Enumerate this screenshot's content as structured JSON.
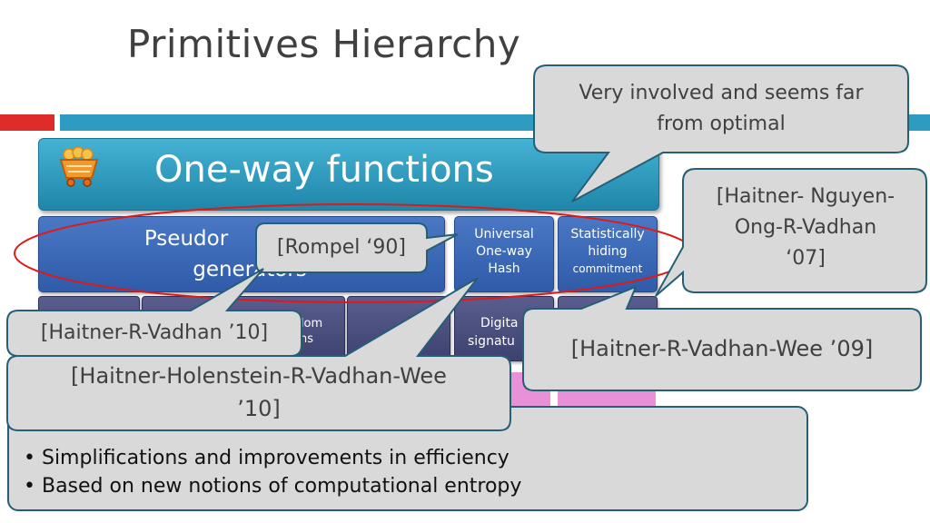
{
  "title": "Primitives Hierarchy",
  "hierarchy": {
    "one_way_functions": "One-way functions",
    "prg_line1": "Pseudor",
    "prg_line2": "generators",
    "uowh": [
      "Universal",
      "One-way",
      "Hash"
    ],
    "shc": [
      "Statistically",
      "hiding",
      "commitment"
    ],
    "prf_fragment": [
      "ndom",
      "ns"
    ],
    "dsig_fragment": [
      "Digita",
      "signatu"
    ]
  },
  "callouts": {
    "involved": [
      "Very involved and seems far",
      "from optimal"
    ],
    "hnorv": [
      "[Haitner- Nguyen-",
      "Ong-R-Vadhan",
      "‘07]"
    ],
    "rompel": "[Rompel ‘90]",
    "hrv10": "[Haitner-R-Vadhan ’10]",
    "hrvw09": "[Haitner-R-Vadhan-Wee ’09]",
    "hhrvw10": [
      "[Haitner-Holenstein-R-Vadhan-Wee",
      "’10]"
    ]
  },
  "bullets": [
    "Simplifications and improvements in efficiency",
    "Based on new notions of computational entropy"
  ],
  "colors": {
    "accent_red": "#e02b2b",
    "accent_blue": "#2e9cc0",
    "ellipse": "#e01818",
    "callout_fill": "#d9d9d9",
    "callout_border": "#245f77"
  },
  "icon": "mine-cart-icon"
}
